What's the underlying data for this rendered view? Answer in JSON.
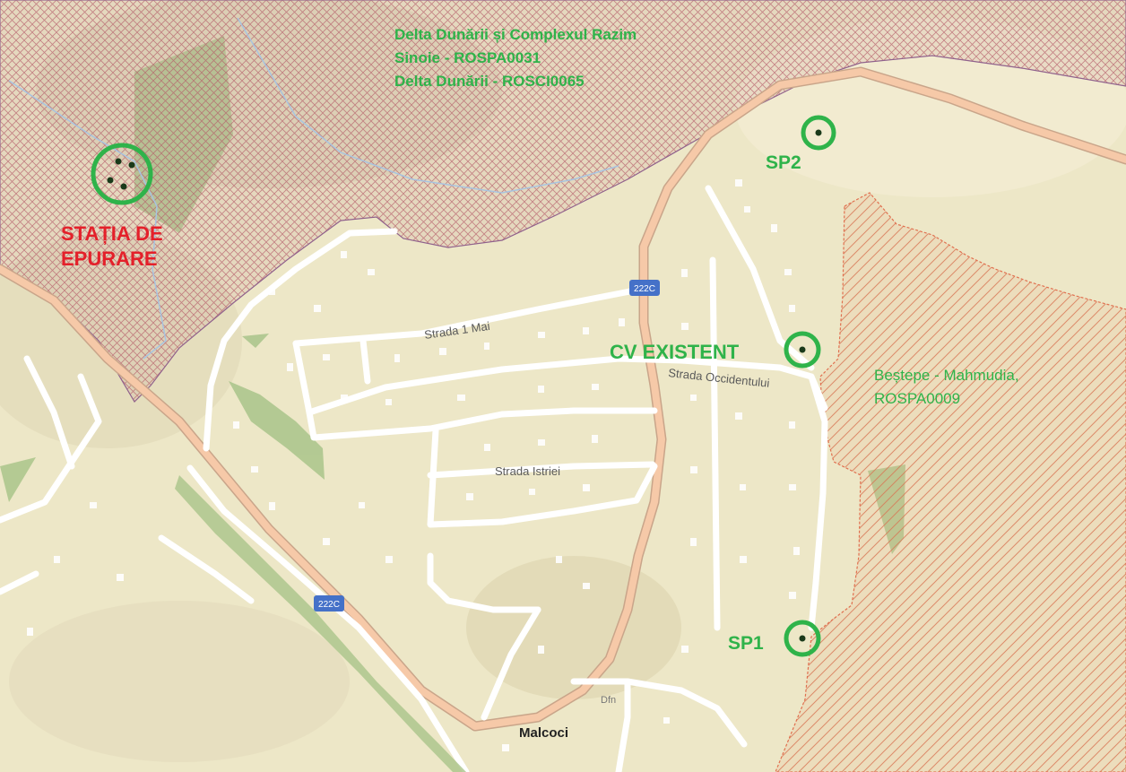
{
  "protected_areas": {
    "danube_delta": {
      "line1": "Delta Dunării și Complexul Razim",
      "line2": "Sinoie - ROSPA0031",
      "line3": "Delta Dunării - ROSCI0065"
    },
    "bestepe": {
      "line1": "Beștepe - Mahmudia,",
      "line2": "ROSPA0009"
    }
  },
  "points": {
    "treatment_plant": {
      "line1": "STAȚIA DE",
      "line2": "EPURARE"
    },
    "sp2": "SP2",
    "cv_existent": "CV EXISTENT",
    "sp1": "SP1"
  },
  "streets": {
    "strada_1_mai": "Strada 1 Mai",
    "strada_occidentului": "Strada Occidentului",
    "strada_istriei": "Strada Istriei"
  },
  "road_shield": "222C",
  "places": {
    "malcoci": "Malcoci",
    "dfn": "Dfn"
  },
  "colors": {
    "land": "#ede7c7",
    "hatch_red": "#b0485a",
    "highlight_green": "#2fb34a",
    "label_red": "#e4202a",
    "main_road": "#f6c9a8",
    "shield_blue": "#4571c8"
  }
}
